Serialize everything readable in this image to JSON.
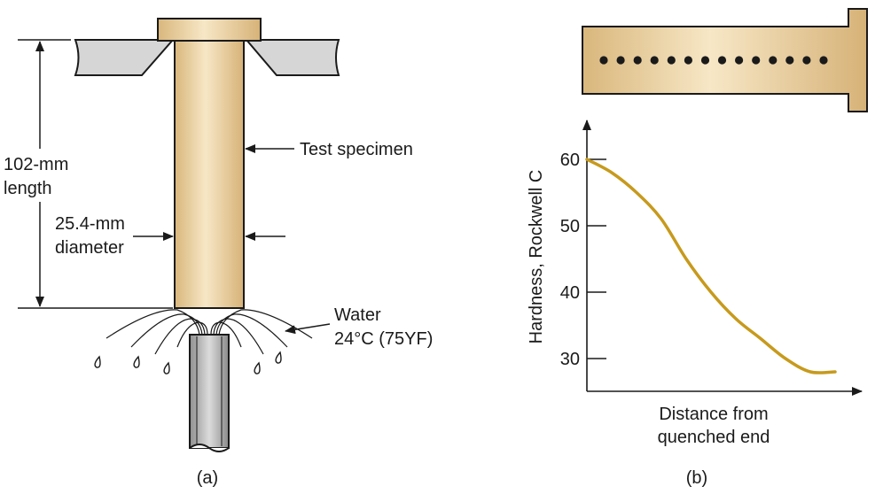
{
  "colors": {
    "specimen": "#ecd3a3",
    "specimen_edge": "#1a1a1a",
    "fixture": "#d6d6d6",
    "pipe": "#b5b5b5",
    "curve": "#c79a1c"
  },
  "panel_a": {
    "length_label_line1": "102-mm",
    "length_label_line2": "length",
    "diameter_label_line1": "25.4-mm",
    "diameter_label_line2": "diameter",
    "specimen_label": "Test specimen",
    "water_label_line1": "Water",
    "water_label_line2": "24°C (75ΥF)",
    "caption": "(a)"
  },
  "panel_b": {
    "caption": "(b)",
    "indent_count": 14
  },
  "chart_data": {
    "type": "line",
    "ylabel": "Hardness, Rockwell C",
    "xlabel_line1": "Distance from",
    "xlabel_line2": "quenched end",
    "yticks": [
      "60",
      "50",
      "40",
      "30"
    ],
    "ylim": [
      26,
      65
    ],
    "xlim": [
      0,
      1
    ],
    "series": [
      {
        "x": [
          0.0,
          0.1,
          0.2,
          0.3,
          0.4,
          0.5,
          0.6,
          0.7,
          0.8,
          0.9,
          1.0
        ],
        "values": [
          60,
          58,
          55,
          51,
          45,
          40,
          36,
          33,
          30,
          28,
          28
        ]
      }
    ]
  }
}
